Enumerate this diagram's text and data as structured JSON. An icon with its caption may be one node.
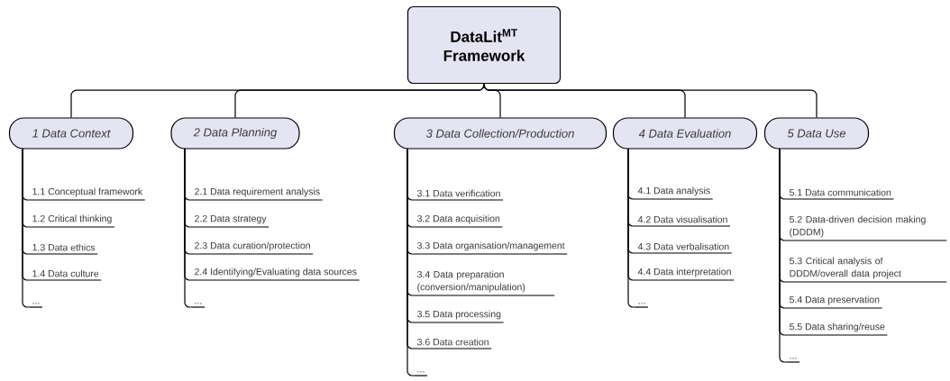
{
  "diagram": {
    "nodes": [
      {
        "text": [
          "DataLit$^{MT}$ Framework"
        ]
      },
      {
        "text": [
          "1 Data Context"
        ]
      },
      {
        "text": [
          "2 Data Planning"
        ]
      },
      {
        "text": [
          "3 Data Collection/Production"
        ]
      },
      {
        "text": [
          "4 Data Evaluation"
        ]
      },
      {
        "text": [
          "5 Data Use"
        ]
      },
      {
        "text": [
          "1.1 Conceptual framework"
        ]
      },
      {
        "text": [
          "1.2 Critical thinking"
        ]
      },
      {
        "text": [
          "1.3 Data ethics"
        ]
      },
      {
        "text": [
          "1.4 Data culture"
        ]
      },
      {
        "text": [
          "..."
        ]
      },
      {
        "text": [
          "2.1 Data requirement analysis"
        ]
      },
      {
        "text": [
          "2.2 Data strategy"
        ]
      },
      {
        "text": [
          "2.3 Data curation/protection"
        ]
      },
      {
        "text": [
          "2.4 Identifying/Evaluating data sources"
        ]
      },
      {
        "text": [
          "..."
        ]
      },
      {
        "text": [
          "3.1 Data verification"
        ]
      },
      {
        "text": [
          "3.2 Data acquisition"
        ]
      },
      {
        "text": [
          "3.3 Data organisation/management"
        ]
      },
      {
        "text": [
          "3.4 Data preparation (conversion/manipulation)"
        ]
      },
      {
        "text": [
          "3.5 Data processing"
        ]
      },
      {
        "text": [
          "3.6 Data creation"
        ]
      },
      {
        "text": [
          "..."
        ]
      },
      {
        "text": [
          "4.1 Data analysis"
        ]
      },
      {
        "text": [
          "4.2 Data visualisation"
        ]
      },
      {
        "text": [
          "4.3 Data verbalisation"
        ]
      },
      {
        "text": [
          "4.4 Data interpretation"
        ]
      },
      {
        "text": [
          "..."
        ]
      },
      {
        "text": [
          "5.1 Data communication"
        ]
      },
      {
        "text": [
          "5.2 Data-driven decision making (DDDM)"
        ]
      },
      {
        "text": [
          "5.3 Critical analysis of DDDM/overall data project"
        ]
      },
      {
        "text": [
          "5.4 Data preservation"
        ]
      },
      {
        "text": [
          "5.5 Data sharing/reuse"
        ]
      },
      {
        "text": [
          "..."
        ]
      }
    ],
    "edges": [
      {
        "from": 0,
        "to": 1,
        "arrow": "none"
      },
      {
        "from": 0,
        "to": 2,
        "arrow": "none"
      },
      {
        "from": 0,
        "to": 3,
        "arrow": "none"
      },
      {
        "from": 0,
        "to": 4,
        "arrow": "none"
      },
      {
        "from": 0,
        "to": 5,
        "arrow": "none"
      },
      {
        "from": 1,
        "to": 6,
        "arrow": "none"
      },
      {
        "from": 1,
        "to": 7,
        "arrow": "none"
      },
      {
        "from": 1,
        "to": 8,
        "arrow": "none"
      },
      {
        "from": 1,
        "to": 9,
        "arrow": "none"
      },
      {
        "from": 1,
        "to": 10,
        "arrow": "none"
      },
      {
        "from": 2,
        "to": 11,
        "arrow": "none"
      },
      {
        "from": 2,
        "to": 12,
        "arrow": "none"
      },
      {
        "from": 2,
        "to": 13,
        "arrow": "none"
      },
      {
        "from": 2,
        "to": 14,
        "arrow": "none"
      },
      {
        "from": 2,
        "to": 15,
        "arrow": "none"
      },
      {
        "from": 3,
        "to": 16,
        "arrow": "none"
      },
      {
        "from": 3,
        "to": 17,
        "arrow": "none"
      },
      {
        "from": 3,
        "to": 18,
        "arrow": "none"
      },
      {
        "from": 3,
        "to": 19,
        "arrow": "none"
      },
      {
        "from": 3,
        "to": 20,
        "arrow": "none"
      },
      {
        "from": 3,
        "to": 21,
        "arrow": "none"
      },
      {
        "from": 3,
        "to": 22,
        "arrow": "none"
      },
      {
        "from": 4,
        "to": 23,
        "arrow": "none"
      },
      {
        "from": 4,
        "to": 24,
        "arrow": "none"
      },
      {
        "from": 4,
        "to": 25,
        "arrow": "none"
      },
      {
        "from": 4,
        "to": 26,
        "arrow": "none"
      },
      {
        "from": 4,
        "to": 27,
        "arrow": "none"
      },
      {
        "from": 5,
        "to": 28,
        "arrow": "none"
      },
      {
        "from": 5,
        "to": 29,
        "arrow": "none"
      },
      {
        "from": 5,
        "to": 30,
        "arrow": "none"
      },
      {
        "from": 5,
        "to": 31,
        "arrow": "none"
      },
      {
        "from": 5,
        "to": 32,
        "arrow": "none"
      },
      {
        "from": 5,
        "to": 33,
        "arrow": "none"
      }
    ]
  }
}
